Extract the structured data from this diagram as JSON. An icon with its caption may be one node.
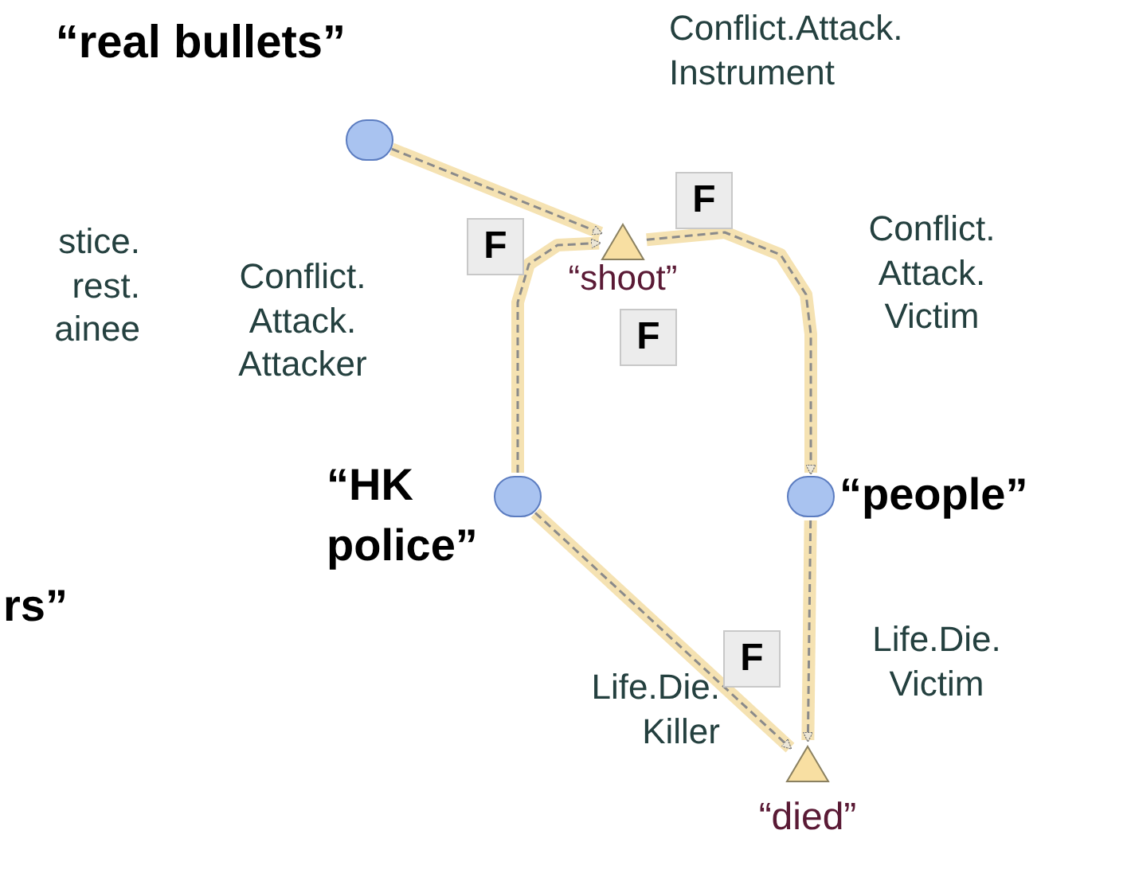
{
  "diagram": {
    "nodes": [
      {
        "text": [],
        "shape": "circle",
        "beside": [
          "“real bullets”"
        ]
      },
      {
        "text": [],
        "shape": "triangle",
        "beside": [
          "“shoot”"
        ]
      },
      {
        "text": [],
        "shape": "circle",
        "beside": [
          "“HK police”"
        ]
      },
      {
        "text": [],
        "shape": "circle",
        "beside": [
          "“people”"
        ]
      },
      {
        "text": [],
        "shape": "triangle",
        "beside": [
          "“died”"
        ]
      },
      {
        "text": [
          "F"
        ]
      },
      {
        "text": [
          "F"
        ]
      },
      {
        "text": [
          "F"
        ]
      },
      {
        "text": [
          "F"
        ]
      }
    ],
    "edges": [
      {
        "from": 0,
        "to": 1,
        "arrow": "to",
        "label": "Conflict.Attack. Instrument"
      },
      {
        "from": 2,
        "to": 1,
        "arrow": "to",
        "label": "Conflict. Attack. Attacker"
      },
      {
        "from": 1,
        "to": 3,
        "arrow": "to",
        "label": "Conflict. Attack. Victim"
      },
      {
        "from": 2,
        "to": 4,
        "arrow": "to",
        "label": "Life.Die. Killer"
      },
      {
        "from": 3,
        "to": 4,
        "arrow": "to",
        "label": "Life.Die. Victim"
      }
    ],
    "labels": [
      "stice. rest. ainee",
      "rs”"
    ]
  }
}
